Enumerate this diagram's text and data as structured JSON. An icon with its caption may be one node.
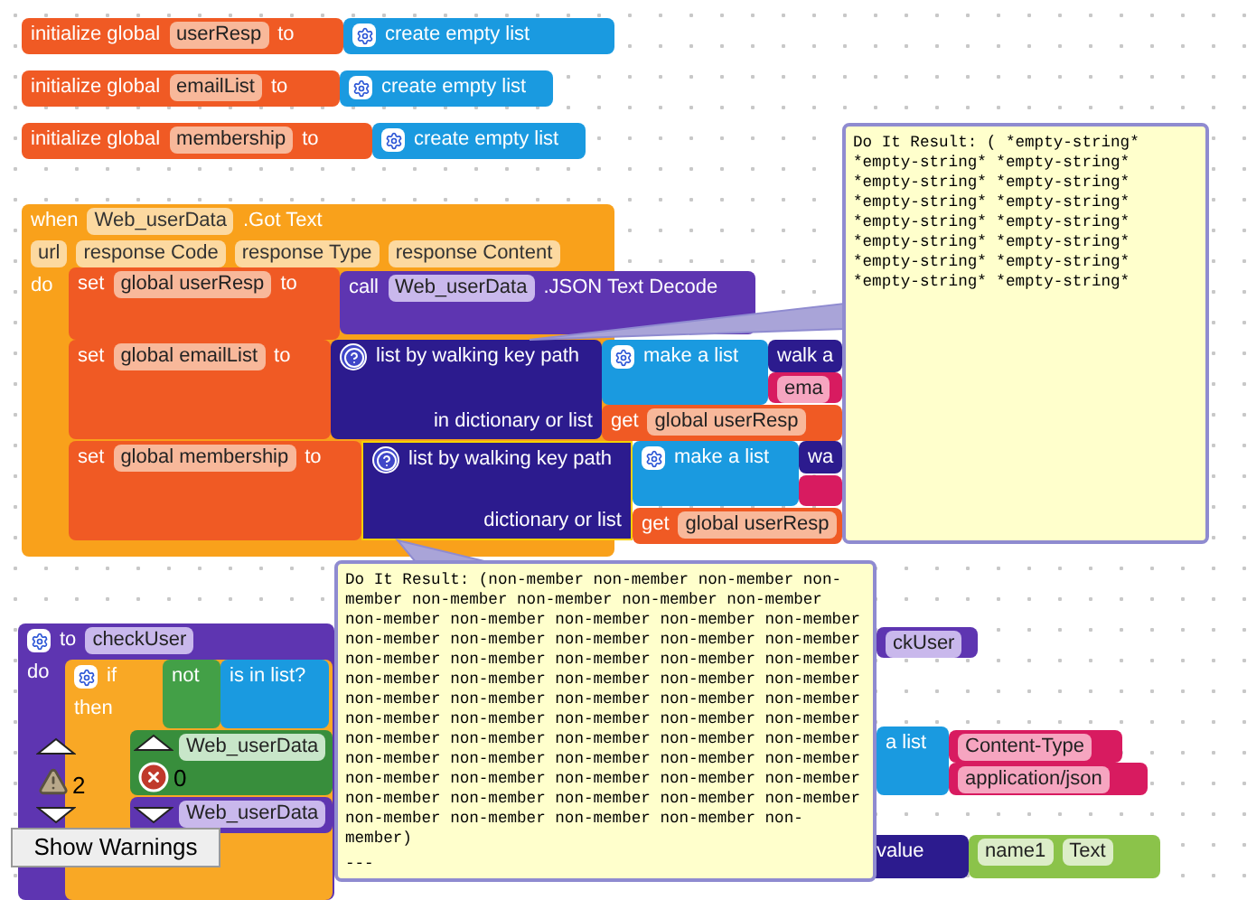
{
  "diagram": {
    "nodes": [
      {
        "text": [
          "initialize global",
          "userResp",
          "to"
        ]
      },
      {
        "text": [
          "create empty list"
        ]
      },
      {
        "text": [
          "initialize global",
          "emailList",
          "to"
        ]
      },
      {
        "text": [
          "create empty list"
        ]
      },
      {
        "text": [
          "initialize global",
          "membership",
          "to"
        ]
      },
      {
        "text": [
          "create empty list"
        ]
      },
      {
        "text": [
          "when",
          "Web_userData",
          ".Got Text",
          "url",
          "response Code",
          "response Type",
          "response Content",
          "do"
        ]
      },
      {
        "text": [
          "set",
          "global userResp",
          "to"
        ],
        "in": 6
      },
      {
        "text": [
          "call",
          "Web_userData",
          ".JSON Text Decode"
        ]
      },
      {
        "text": [
          "set",
          "global emailList",
          "to"
        ],
        "in": 6
      },
      {
        "text": [
          "list by walking key path",
          "in dictionary or list"
        ],
        "in": 6
      },
      {
        "text": [
          "make a list"
        ]
      },
      {
        "text": [
          "walk a"
        ]
      },
      {
        "text": [
          "ema"
        ]
      },
      {
        "text": [
          "get",
          "global userResp"
        ]
      },
      {
        "text": [
          "set",
          "global membership",
          "to"
        ],
        "in": 6
      },
      {
        "text": [
          "list by walking key path",
          "dictionary or list"
        ]
      },
      {
        "text": [
          "make a list"
        ]
      },
      {
        "text": [
          "wa"
        ]
      },
      {
        "text": [],
        "shape": "box"
      },
      {
        "text": [
          "get",
          "global userResp"
        ]
      },
      {
        "text": [
          "Do It Result: ( *empty-string* *empty-string* *empty-string* *empty-string* *empty-string* *empty-string* *empty-string* *empty-string* *empty-string* *empty-string* *empty-string* *empty-string* *empty-string* *empty-string* *empty-string*"
        ]
      },
      {
        "text": [
          "Do It Result: (non-member non-member non-member non-member non-member non-member non-member non-member non-member non-member non-member non-member non-member non-member non-member non-member non-member non-member non-member non-member non-member non-member non-member non-member non-member non-member non-member non-member non-member non-member non-member non-member non-member non-member non-member non-member non-member non-member non-member non-member non-member non-member non-member non-member non-member non-member non-member non-member non-member non-member non-member non-member non-member non-member non-member non-member non-member non-member non-member non-member non-member non-member non-member)",
          "---"
        ]
      },
      {
        "text": [
          "to",
          "checkUser",
          "do"
        ]
      },
      {
        "text": [
          "if",
          "then"
        ],
        "in": 23
      },
      {
        "text": [
          "not"
        ],
        "in": 24
      },
      {
        "text": [
          "is in list?"
        ],
        "in": 24
      },
      {
        "text": [
          "Web_userData"
        ],
        "in": 24
      },
      {
        "text": [
          "Web_userData"
        ],
        "in": 24
      },
      {
        "text": [
          "ckUser"
        ]
      },
      {
        "text": [
          "a list"
        ]
      },
      {
        "text": [
          "Content-Type"
        ]
      },
      {
        "text": [
          "application/json"
        ]
      },
      {
        "text": [
          "value"
        ]
      },
      {
        "text": [
          "name1",
          "Text"
        ]
      }
    ],
    "edges": [
      {
        "from": 21,
        "to": 10,
        "arrow": "none"
      },
      {
        "from": 22,
        "to": 16,
        "arrow": "none"
      }
    ],
    "labels": [
      "2",
      "0",
      "Show Warnings"
    ]
  }
}
